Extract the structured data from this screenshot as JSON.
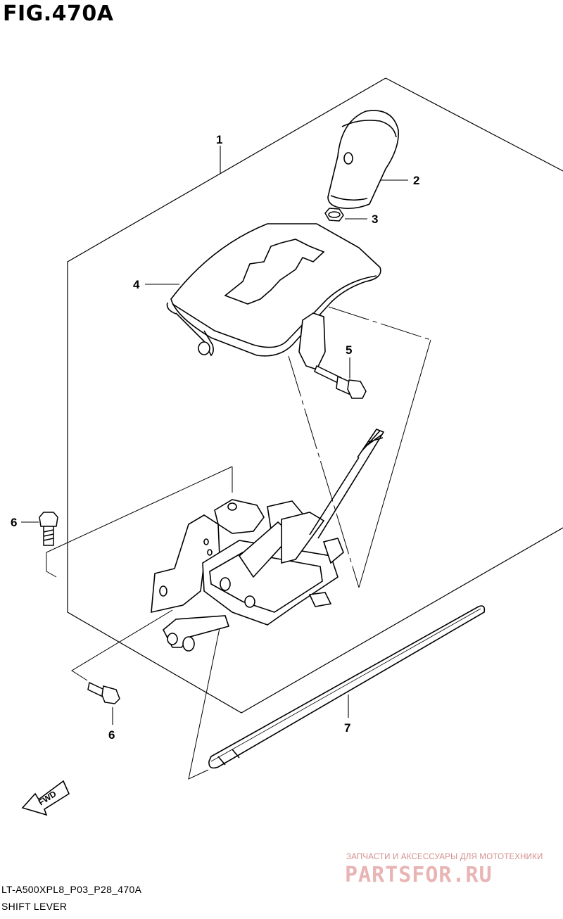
{
  "figure": {
    "title": "FIG.470A"
  },
  "callouts": [
    "1",
    "2",
    "3",
    "4",
    "5",
    "6",
    "6",
    "7"
  ],
  "direction_marker": {
    "label": "FWD",
    "icon": "fwd-arrow-icon"
  },
  "footer": {
    "code": "LT-A500XPL8_P03_P28_470A",
    "caption": "SHIFT LEVER"
  },
  "watermark": {
    "text": "ЗАПЧАСТИ И АКСЕССУАРЫ ДЛЯ МОТОТЕХНИКИ",
    "logo": "PARTSFOR.RU"
  }
}
